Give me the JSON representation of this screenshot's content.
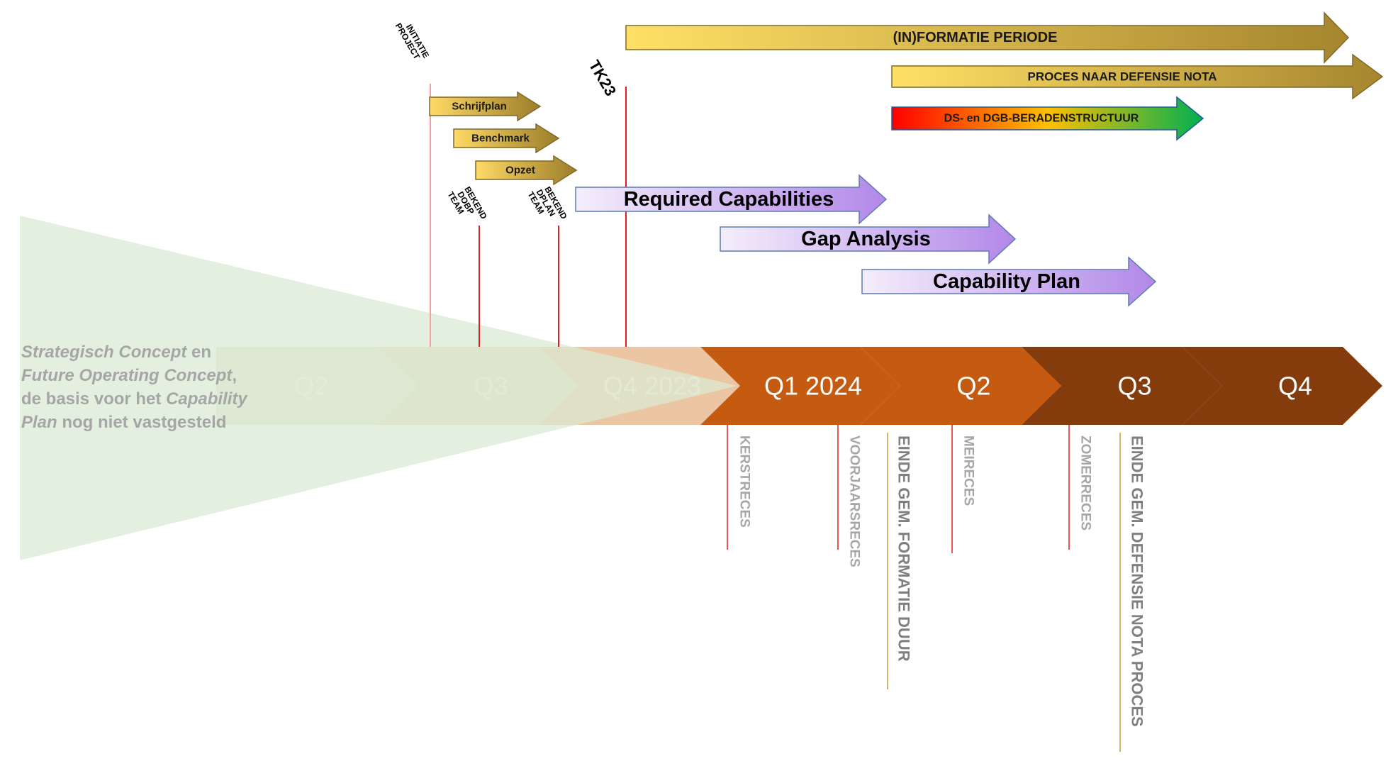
{
  "diagram": {
    "caption": {
      "italic_1": "Strategisch Concept",
      "text_1": " en ",
      "italic_2": "Future Operating Concept",
      "text_2": ", de basis voor het ",
      "italic_3": "Capability Plan",
      "text_3": " nog niet vastgesteld"
    },
    "timeline": {
      "quarters": [
        {
          "label": "Q2",
          "color": "#e6e4d4",
          "text_color": "#f2f1ea"
        },
        {
          "label": "Q3",
          "color": "#e4d8bc",
          "text_color": "#f2ece0"
        },
        {
          "label": "Q4 2023",
          "color": "#ecc6a2",
          "text_color": "#f7e6d6"
        },
        {
          "label": "Q1 2024",
          "color": "#c55a11",
          "text_color": "#ffffff"
        },
        {
          "label": "Q2",
          "color": "#c55a11",
          "text_color": "#ffffff"
        },
        {
          "label": "Q3",
          "color": "#843c0c",
          "text_color": "#ffffff"
        },
        {
          "label": "Q4",
          "color": "#843c0c",
          "text_color": "#ffffff"
        }
      ]
    },
    "top_milestones": [
      {
        "label_lines": [
          "PROJECT",
          "INITIATIE"
        ],
        "color": "#f4a0a0"
      },
      {
        "label_lines": [
          "TEAM",
          "DOBP",
          "BEKEND"
        ],
        "color": "#e02020"
      },
      {
        "label_lines": [
          "TEAM",
          "DPLAN",
          "BEKEND"
        ],
        "color": "#e02020"
      },
      {
        "label_lines": [
          "TK23"
        ],
        "color": "#e02020"
      }
    ],
    "phase_arrows": [
      {
        "label": "Schrijfplan",
        "colors": [
          "#ffd966",
          "#9c7d2a"
        ]
      },
      {
        "label": "Benchmark",
        "colors": [
          "#ffd966",
          "#9c7d2a"
        ]
      },
      {
        "label": "Opzet",
        "colors": [
          "#ffd966",
          "#9c7d2a"
        ]
      }
    ],
    "period_arrows": [
      {
        "label": "(IN)FORMATIE PERIODE",
        "colors": [
          "#ffe066",
          "#a6862e"
        ]
      },
      {
        "label": "PROCES NAAR DEFENSIE NOTA",
        "colors": [
          "#ffe066",
          "#a6862e"
        ]
      },
      {
        "label": "DS- en DGB-BERADENSTRUCTUUR",
        "colors": [
          "#ff0000",
          "#ffc000",
          "#00b050"
        ]
      }
    ],
    "capability_arrows": [
      {
        "label": "Required Capabilities",
        "colors": [
          "#f4eefb",
          "#b288e8"
        ]
      },
      {
        "label": "Gap Analysis",
        "colors": [
          "#f4eefb",
          "#b288e8"
        ]
      },
      {
        "label": "Capability Plan",
        "colors": [
          "#f4eefb",
          "#b288e8"
        ]
      }
    ],
    "bottom_milestones": [
      {
        "label": "KERSTRECES",
        "line_color": "#e02020",
        "text_color": "#a6a6a6"
      },
      {
        "label": "VOORJAARSRECES",
        "line_color": "#e02020",
        "text_color": "#a6a6a6"
      },
      {
        "label": "EINDE GEM. FORMATIE DUUR",
        "line_color": "#d4b46a",
        "text_color": "#7f7f7f"
      },
      {
        "label": "MEIRECES",
        "line_color": "#e02020",
        "text_color": "#a6a6a6"
      },
      {
        "label": "ZOMERRECES",
        "line_color": "#e02020",
        "text_color": "#a6a6a6"
      },
      {
        "label": "EINDE GEM. DEFENSIE NOTA PROCES",
        "line_color": "#d4b46a",
        "text_color": "#7f7f7f"
      }
    ],
    "colors": {
      "cone": "#d9ead3",
      "arrow_border_gold": "#7f6a2a",
      "arrow_border_purple": "#5b7bb4",
      "arrow_border_green": "#1f5aa0"
    }
  }
}
